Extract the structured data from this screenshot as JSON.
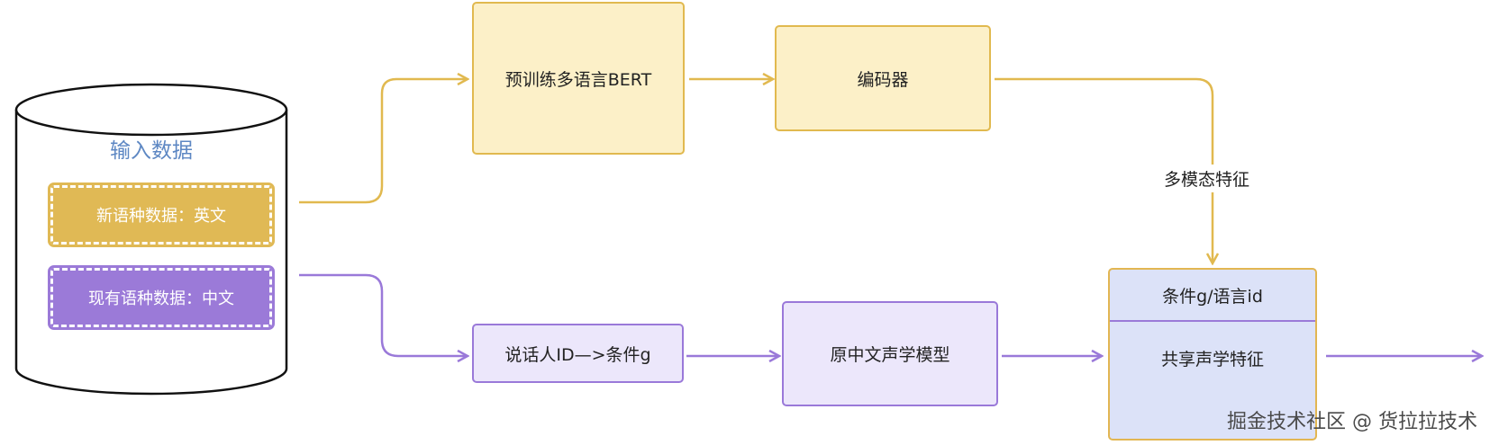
{
  "database": {
    "title": "输入数据",
    "items": [
      "新语种数据：英文",
      "现有语种数据：中文"
    ]
  },
  "nodes": {
    "bert": "预训练多语言BERT",
    "encoder": "编码器",
    "speaker": "说话人ID—>条件g",
    "acoustic": "原中文声学模型",
    "combo_top": "条件g/语言id",
    "combo_bottom": "共享声学特征"
  },
  "edge_label": "多模态特征",
  "watermark": "掘金技术社区 @ 货拉拉技术",
  "colors": {
    "yellow_fill": "#fcf0c8",
    "yellow_stroke": "#e1b94f",
    "purple_fill": "#ece7fb",
    "purple_stroke": "#9a79d9",
    "blue_fill": "#dce2f8",
    "title_blue": "#5d87c3"
  }
}
